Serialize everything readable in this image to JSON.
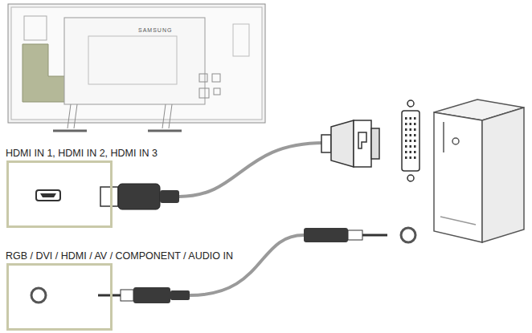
{
  "diagram": {
    "nodes": [
      {
        "text": [
          "HDMI IN 1, HDMI IN 2, HDMI IN 3"
        ]
      },
      {
        "text": [
          "RGB / DVI / HDMI / AV / COMPONENT / AUDIO IN"
        ]
      }
    ],
    "labels": [
      "SAMSUNG"
    ]
  }
}
